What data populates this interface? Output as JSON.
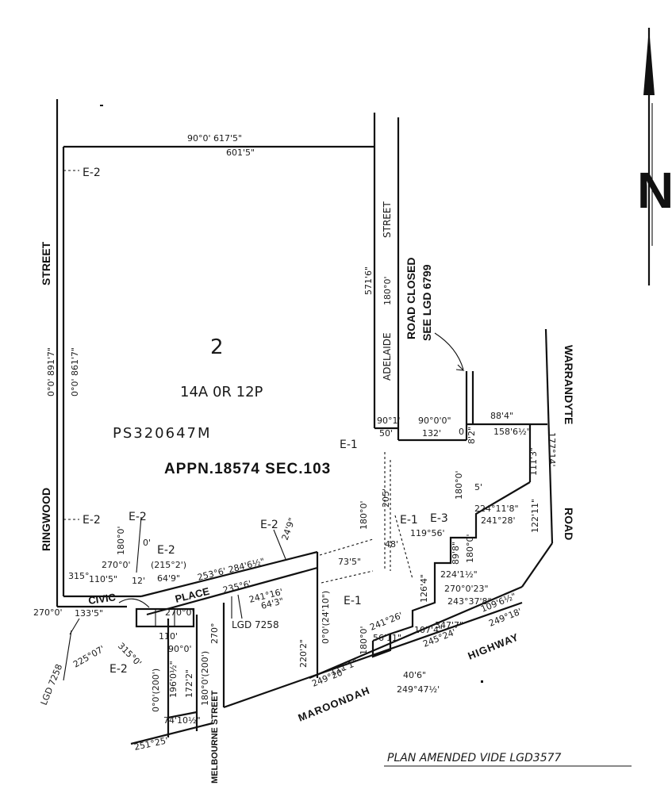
{
  "colors": {
    "ink": "#111111",
    "paper": "#ffffff"
  },
  "lot": {
    "number": "2",
    "area": "14A 0R 12P",
    "plan_ref": "PS320647M",
    "appn": "APPN.18574 SEC.103"
  },
  "streets": {
    "ringwood": "RINGWOOD",
    "street": "STREET",
    "adelaide": "ADELAIDE",
    "adelaide_street": "STREET",
    "road_closed": "ROAD CLOSED",
    "see_lgd": "SEE LGD 6799",
    "warrandyte": "WARRANDYTE",
    "road": "ROAD",
    "civic": "CIVIC",
    "place": "PLACE",
    "melbourne": "MELBOURNE STREET",
    "maroondah": "MAROONDAH",
    "highway": "HIGHWAY"
  },
  "easements": {
    "e1": "E-1",
    "e2": "E-2",
    "e3": "E-3"
  },
  "refs": {
    "lgd7258a": "LGD 7258",
    "lgd7258b": "LGD 7258"
  },
  "dims": {
    "top_a": "90°0'  617'5\"",
    "top_b": "601'5\"",
    "left_a": "0°0'  891'7\"",
    "left_b": "0°0'  861'7\"",
    "adel_a": "571'6\"",
    "adel_b": "180°0'",
    "notch_a": "90°1'",
    "notch_b": "50'",
    "notch_c": "90°0'0\"",
    "notch_d": "132'",
    "notch_e": "0",
    "e_a": "88'4\"",
    "e_b": "158'6½\"",
    "e_c": "8'2\"",
    "war_a": "177°14'",
    "war_b": "111'3\"",
    "war_c": "122'11\"",
    "hw_a": "109'6½\"",
    "hw_b": "249°18'",
    "civ_a": "253°6'  284'6½\"",
    "civ_b": "235°6'",
    "civ_c": "24'9\"",
    "civ_d": "241°16'",
    "civ_e": "64'3\"",
    "d_2702": "270°0'",
    "d_1105": "110'5\"",
    "d_315": "315°",
    "d_12": "12'",
    "d_21521": "(215°2')",
    "d_649": "64'9\"",
    "d_180": "180°0'",
    "d_0": "0'",
    "d_2700": "270°0'",
    "d_1335": "133'5\"",
    "d_22507": "225°07'",
    "d_2700b": "270°0'",
    "d_315b": "315°0'",
    "d_110": "110'",
    "d_900": "90°0'",
    "d_00": "0°0'(200')",
    "d_196": "196'0½\"",
    "d_1722": "172'2\"",
    "d_74": "74'10½\"",
    "d_2512": "251°25'",
    "d_180b": "180°0'(200')",
    "d_270c": "270°",
    "d_2202": "220'2\"",
    "d_00b": "0°0'(24'10\")",
    "d_735": "73'5\"",
    "d_1800": "180°0'",
    "d_205": "205'",
    "d_11956": "119°56'",
    "d_48": "48'",
    "d_1111": "111'1\"",
    "d_1800b": "180°0'",
    "d_24126": "241°26'",
    "d_5611": "56'11\"",
    "d_2495": "249°20'",
    "d_406": "40'6\"",
    "d_24947": "249°47½'",
    "d_24524": "245°24'",
    "d_1074": "107'4\"",
    "d_1264": "126'4\"",
    "d_3477": "347'7\"",
    "d_22411": "224°11'8\"",
    "d_24128": "241°28'",
    "d_2241": "224'1½\"",
    "d_27023": "270°0'23\"",
    "d_24378": "243°37'8\"",
    "d_1800c": "180°0'",
    "d_5": "5'",
    "d_898": "89'8\"",
    "d_1800d": "180°0'"
  },
  "footer": "PLAN AMENDED VIDE LGD3577",
  "north": "N"
}
